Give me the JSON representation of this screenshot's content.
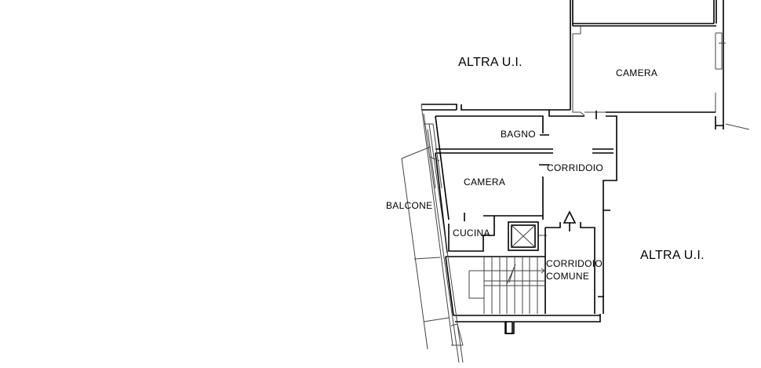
{
  "plan": {
    "labels": {
      "altra_top": "ALTRA U.I.",
      "camera_top": "CAMERA",
      "bagno": "BAGNO",
      "corridoio": "CORRIDOIO",
      "camera_left": "CAMERA",
      "balcone": "BALCONE",
      "cucina": "CUCINA",
      "corridoio_comune_1": "CORRIDOIO",
      "corridoio_comune_2": "COMUNE",
      "altra_right": "ALTRA U.I."
    }
  }
}
